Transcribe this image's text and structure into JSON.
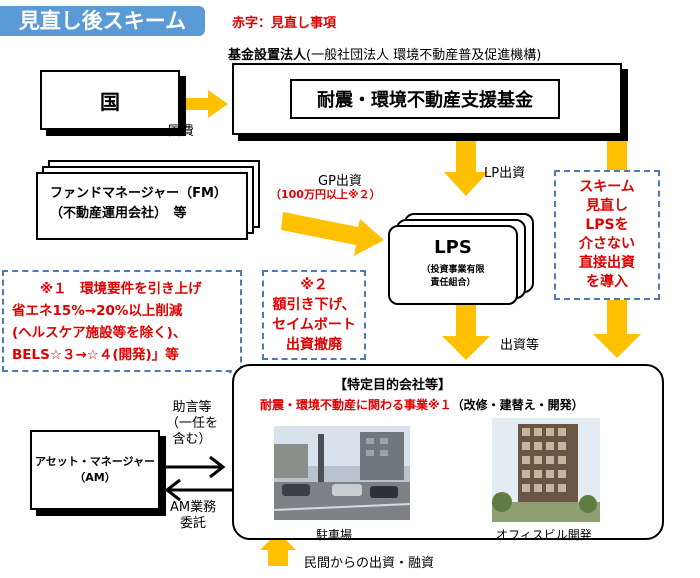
{
  "header": {
    "title": "見直し後スキーム",
    "legend_note": "赤字：見直し事項"
  },
  "fund_org": {
    "label_bold": "基金設置法人",
    "label_rest": "(一般社団法人 環境不動産普及促進機構)"
  },
  "boxes": {
    "country": "国",
    "fund": "耐震・環境不動産支援基金",
    "fm_line1": "ファンドマネージャー（FM）",
    "fm_line2": "（不動産運用会社）　等",
    "lps_title": "LPS",
    "lps_sub1": "（投資事業有限",
    "lps_sub2": "責任組合）",
    "am_line1": "アセット・マネージャー",
    "am_line2": "（AM）",
    "spc_title": "【特定目的会社等】",
    "spc_business": "耐震・環境不動産に関わる事業※１",
    "spc_business_suffix": "（改修・建替え・開発）"
  },
  "flows": {
    "kokuhi": "国費",
    "gp_label": "GP出資",
    "gp_note": "（100万円以上※２）",
    "lp_label": "LP出資",
    "shusshi": "出資等",
    "advice1": "助言等",
    "advice2": "（一任を",
    "advice3": "含む）",
    "am_task1": "AM業務",
    "am_task2": "委託",
    "private": "民間からの出資・融資"
  },
  "notes": {
    "note1": [
      "※１　環境要件を引き上げ",
      "省エネ15%→20%以上削減",
      "(ヘルスケア施設等を除く)、",
      "BELS☆３→☆４(開発)」等"
    ],
    "note2": [
      "※２",
      "額引き下げ、",
      "セイムボート",
      "出資撤廃"
    ],
    "note3": [
      "スキーム",
      "見直し",
      "LPSを",
      "介さない",
      "直接出資",
      "を導入"
    ]
  },
  "images": {
    "before": "駐車場",
    "after": "オフィスビル開発"
  },
  "colors": {
    "title_bg": "#5b9bd5",
    "arrow": "#ffc000",
    "dash": "#4a7ab8",
    "red": "#e00000",
    "arrow_blue": "#4472c4"
  }
}
